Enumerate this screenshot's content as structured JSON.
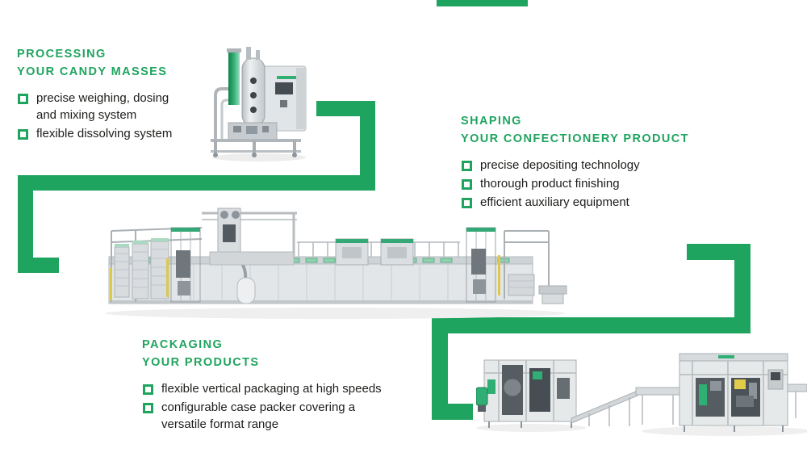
{
  "palette": {
    "green": "#1FA45F",
    "text": "#1D1D1B"
  },
  "top_accent_bar": {
    "present": true
  },
  "sections": {
    "processing": {
      "title_line1": "PROCESSING",
      "title_line2": "YOUR CANDY MASSES",
      "bullets": [
        "precise weighing, dosing\nand mixing system",
        "flexible dissolving system"
      ],
      "image": "dissolving-and-mixing-system-machine"
    },
    "shaping": {
      "title_line1": "SHAPING",
      "title_line2": "YOUR CONFECTIONERY PRODUCT",
      "bullets": [
        "precise depositing technology",
        "thorough product finishing",
        "efficient auxiliary equipment"
      ],
      "image": "confectionery-depositing-production-line"
    },
    "packaging": {
      "title_line1": "PACKAGING",
      "title_line2": "YOUR PRODUCTS",
      "bullets": [
        "flexible vertical packaging at high speeds",
        "configurable case packer covering a\nversatile format range"
      ],
      "image": "vertical-packaging-machine-and-case-packer"
    }
  }
}
